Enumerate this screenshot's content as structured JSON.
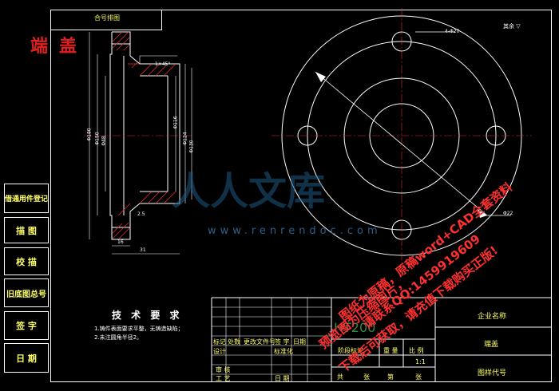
{
  "corner_label": "合号排图",
  "red_stamp": "端盖",
  "roughness_note": "其余",
  "side_labels": [
    "借通用件登记",
    "描 图",
    "校 描",
    "旧底图总号",
    "签 字",
    "日 期"
  ],
  "tech_requirements": {
    "title": "技 术 要 求",
    "lines": [
      "1.铸件表面要求平整，无铸造缺陷；",
      "2.未注圆角半径2。"
    ]
  },
  "title_block": {
    "material": "HT200",
    "company": "企业名称",
    "part_name": "端盖",
    "drawing_no": "图样代号",
    "headers": [
      "标记",
      "处数",
      "更改文件号",
      "签 字",
      "日期"
    ],
    "design": "设计",
    "standard": "标准化",
    "review": "审 核",
    "process": "工 艺",
    "date": "日 期",
    "stage_mark": "阶段标记",
    "weight": "重 量",
    "scale_label": "比 例",
    "scale": "1:1",
    "sheets": "共",
    "sheet": "张",
    "page": "第",
    "page_unit": "张"
  },
  "dimensions": {
    "d1": "Φ180",
    "d2": "Φ150",
    "d3": "Φ48",
    "d4": "Φ116",
    "d5": "Φ124",
    "d6": "Φ130",
    "length": "31",
    "thick": "16",
    "small": "2.5",
    "hole": "Φ22",
    "bolt": "4-Φ20",
    "chamfer": "1×45°"
  },
  "watermark": {
    "site": "www.renrendoc.com",
    "brand": "人人文库",
    "red_lines": [
      "图纸为原稿，原稿word+CAD全套资料",
      "请联系QQ:1459919609",
      "下载后可获取，请充值下载购买正版!",
      "预览图为压缩图片，"
    ]
  }
}
